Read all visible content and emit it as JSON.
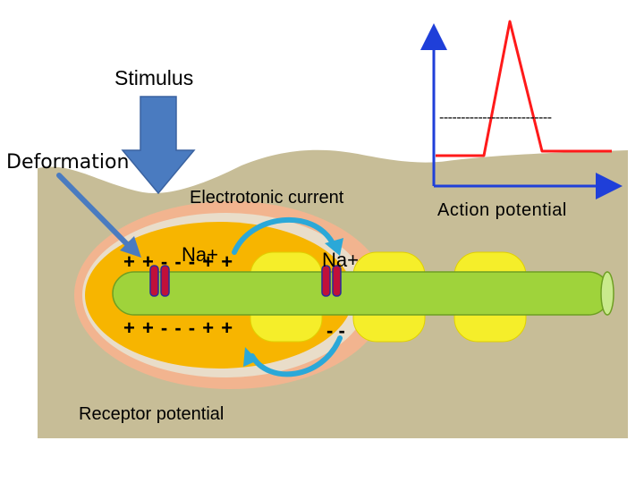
{
  "labels": {
    "stimulus": "Stimulus",
    "deformation": "Deformation",
    "electrotonic_current": "Electrotonic current",
    "action_potential": "Action potential",
    "receptor_potential": "Receptor potential",
    "na_left": "Na+",
    "na_right": "Na+",
    "charges_top_left": "+ + - - - + +",
    "charges_bottom_left": "+ + - - - + +",
    "charges_bottom_right": "- -",
    "threshold_line": "--------------------------"
  },
  "colors": {
    "tissue": "#c7bd97",
    "capsule_outer": "#f2b48f",
    "capsule_mid": "#e9ddc9",
    "capsule_inner": "#f7b500",
    "axon": "#9fd33b",
    "axon_edge": "#6e9f23",
    "node": "#f5ee2a",
    "channel": "#c0103a",
    "channel_edge": "#2a2a9a",
    "arrow_blue": "#4a7bc0",
    "current_arrow": "#2ba8d8",
    "axis": "#1f3fd9",
    "spike": "#ff1a1a"
  }
}
